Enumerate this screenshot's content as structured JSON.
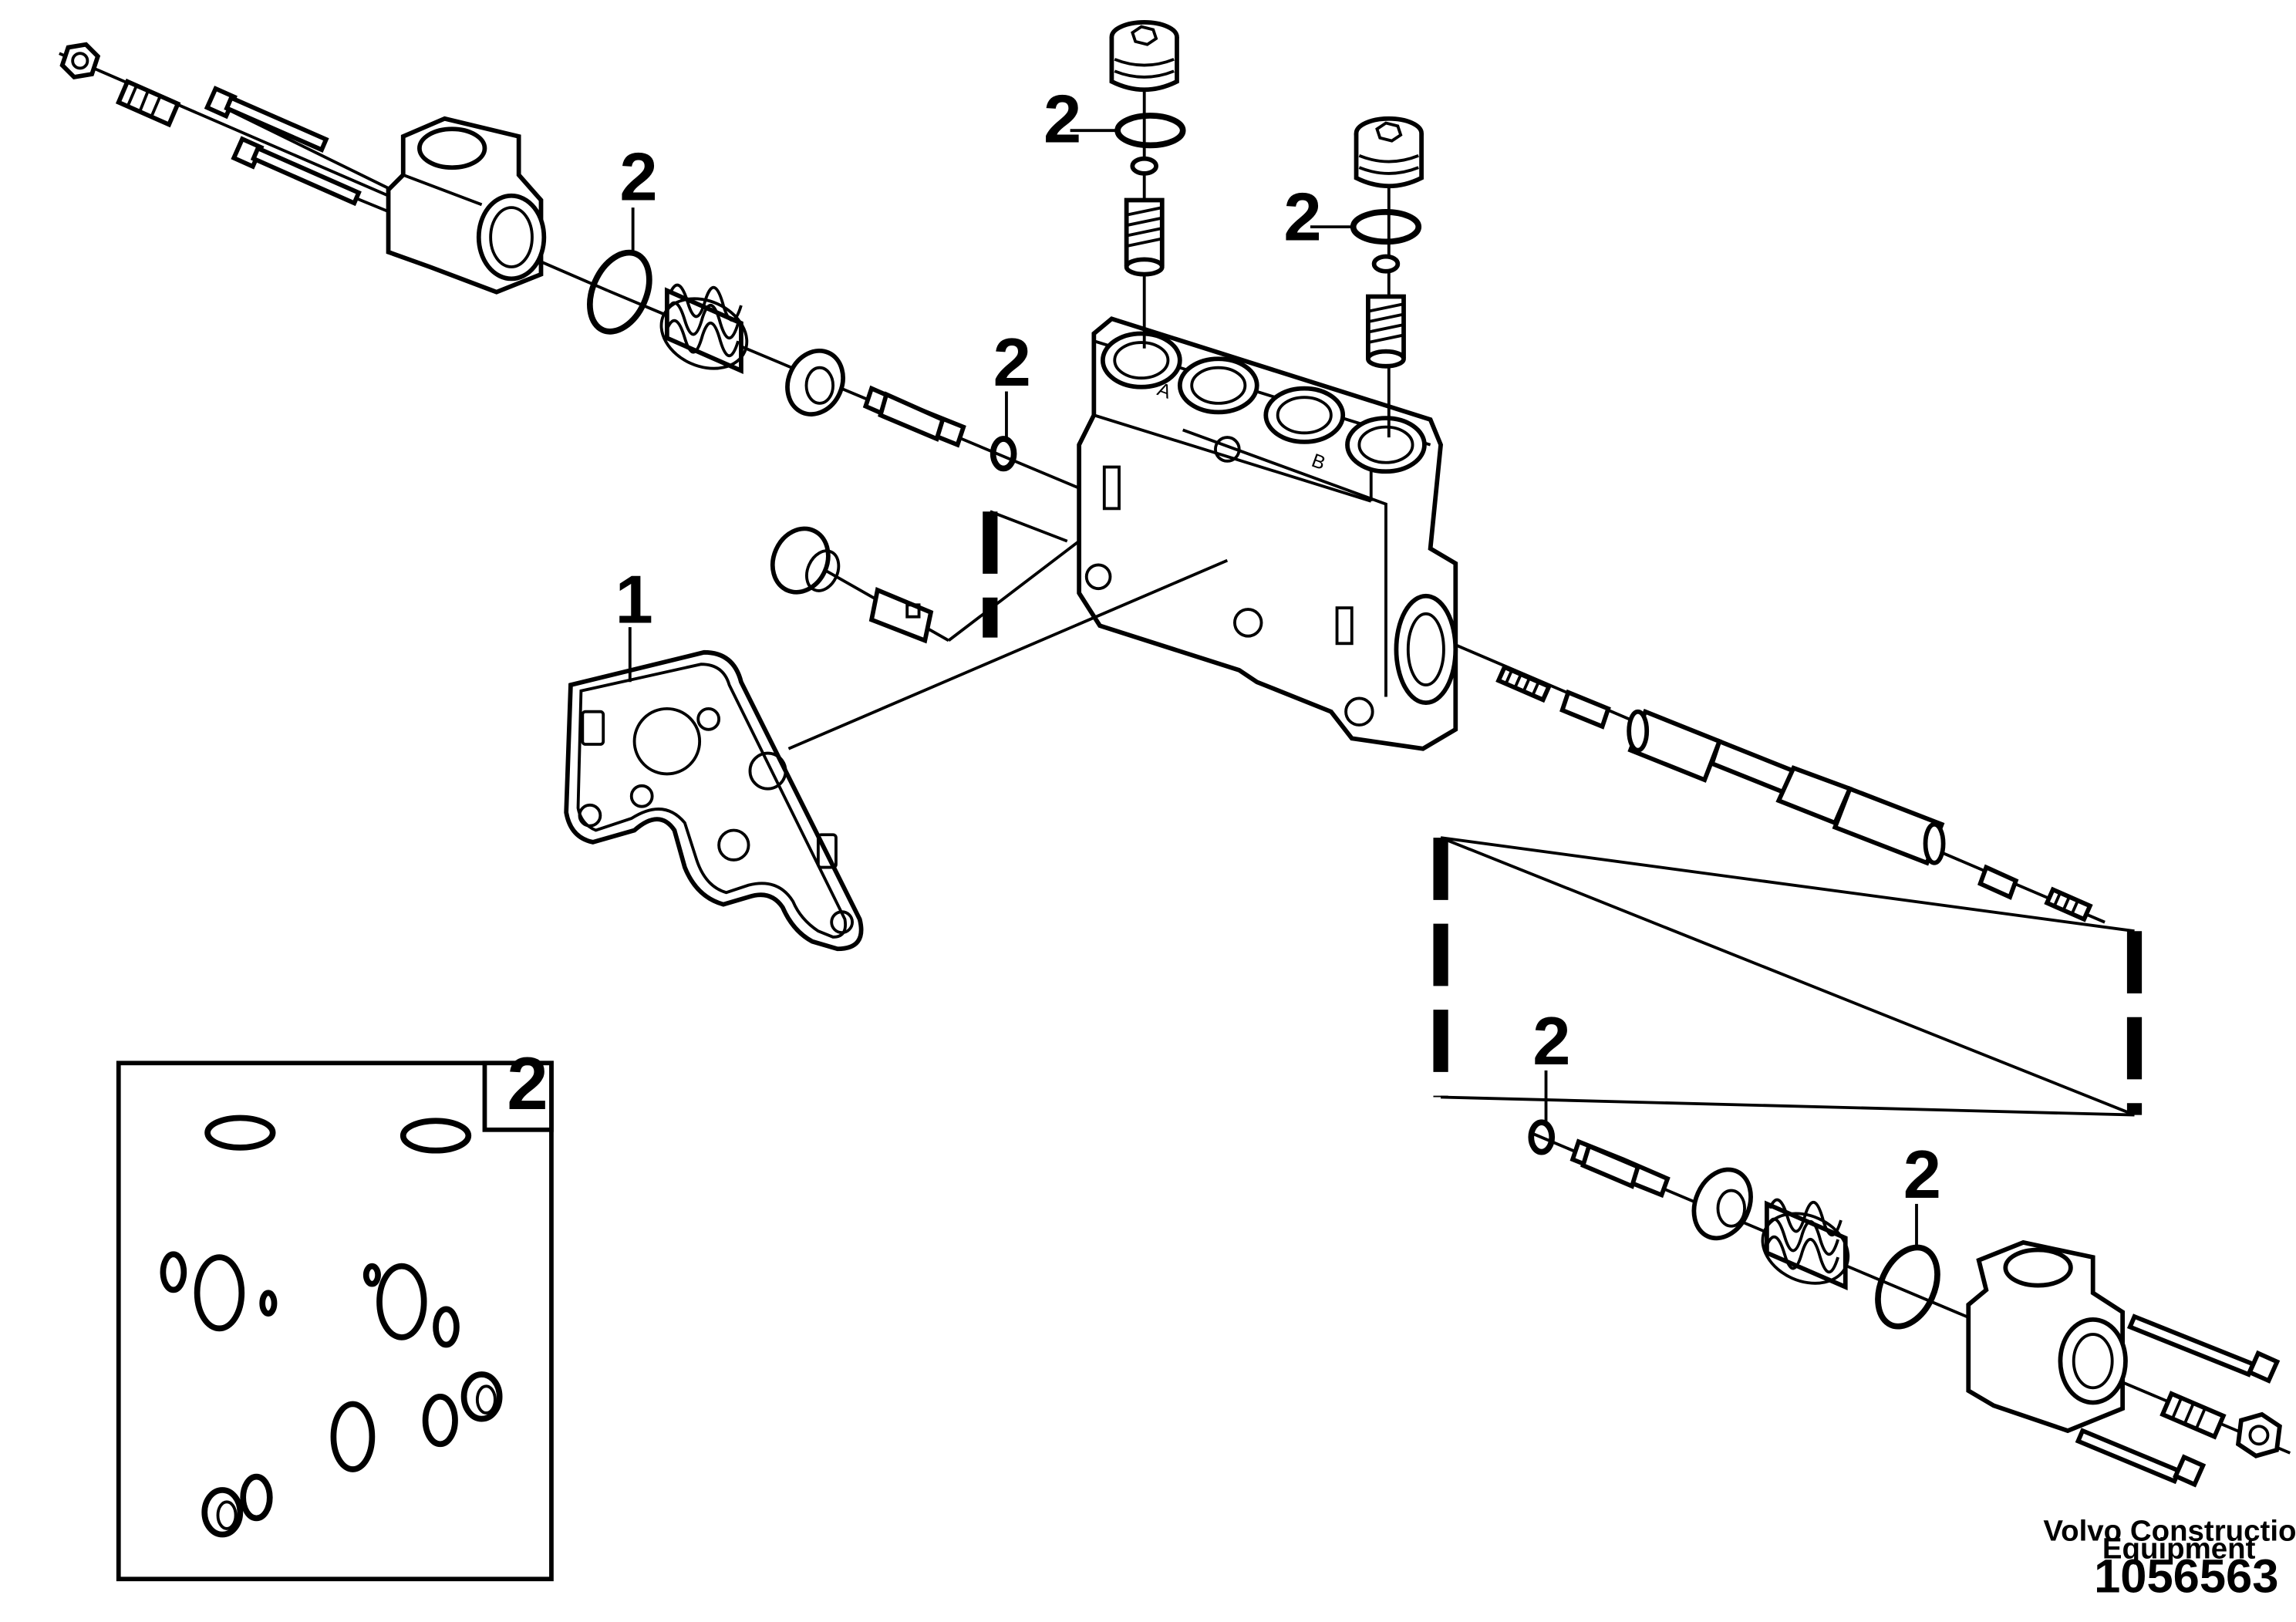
{
  "diagram": {
    "callouts": [
      {
        "id": "gasket",
        "label": "1"
      },
      {
        "id": "oring-top-a",
        "label": "2"
      },
      {
        "id": "oring-top-b",
        "label": "2"
      },
      {
        "id": "oring-left-cover",
        "label": "2"
      },
      {
        "id": "oring-left-small",
        "label": "2"
      },
      {
        "id": "oring-right-small",
        "label": "2"
      },
      {
        "id": "oring-right-cover",
        "label": "2"
      }
    ],
    "port_labels": {
      "a": "A",
      "b": "B"
    },
    "seal_kit": {
      "label": "2"
    },
    "footer": {
      "brand_line1": "Volvo Construction",
      "brand_line2": "Equipment",
      "document_number": "1056563"
    }
  }
}
